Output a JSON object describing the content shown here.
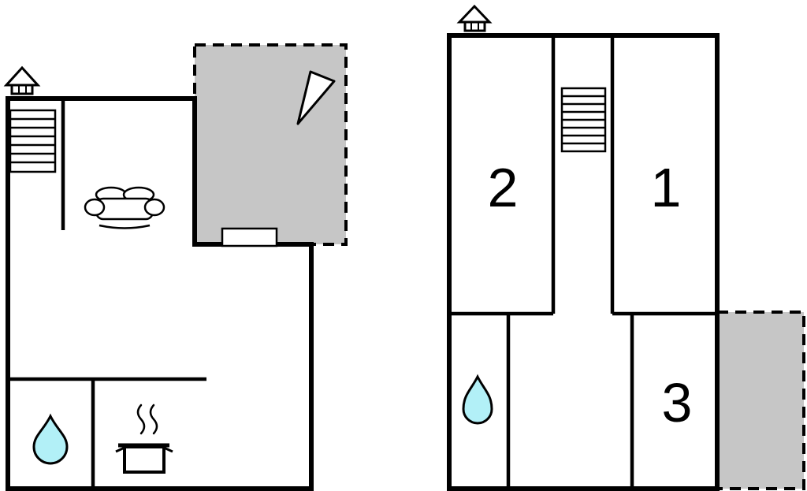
{
  "diagram": {
    "type": "floor-plan",
    "floors": [
      {
        "id": "ground-floor",
        "icons": [
          "chimney-icon",
          "staircase-icon",
          "sofa-icon",
          "north-arrow-icon",
          "water-drop-icon",
          "cooking-pot-icon"
        ],
        "outdoor_area": "terrace"
      },
      {
        "id": "upper-floor",
        "rooms": [
          {
            "label": "2"
          },
          {
            "label": "1"
          },
          {
            "label": "3"
          }
        ],
        "icons": [
          "chimney-icon",
          "staircase-icon",
          "water-drop-icon"
        ],
        "outdoor_area": "balcony"
      }
    ]
  },
  "colors": {
    "wall": "#000000",
    "outdoor_fill": "#c6c6c6",
    "water_fill": "#b2f0f7",
    "background": "#ffffff"
  }
}
